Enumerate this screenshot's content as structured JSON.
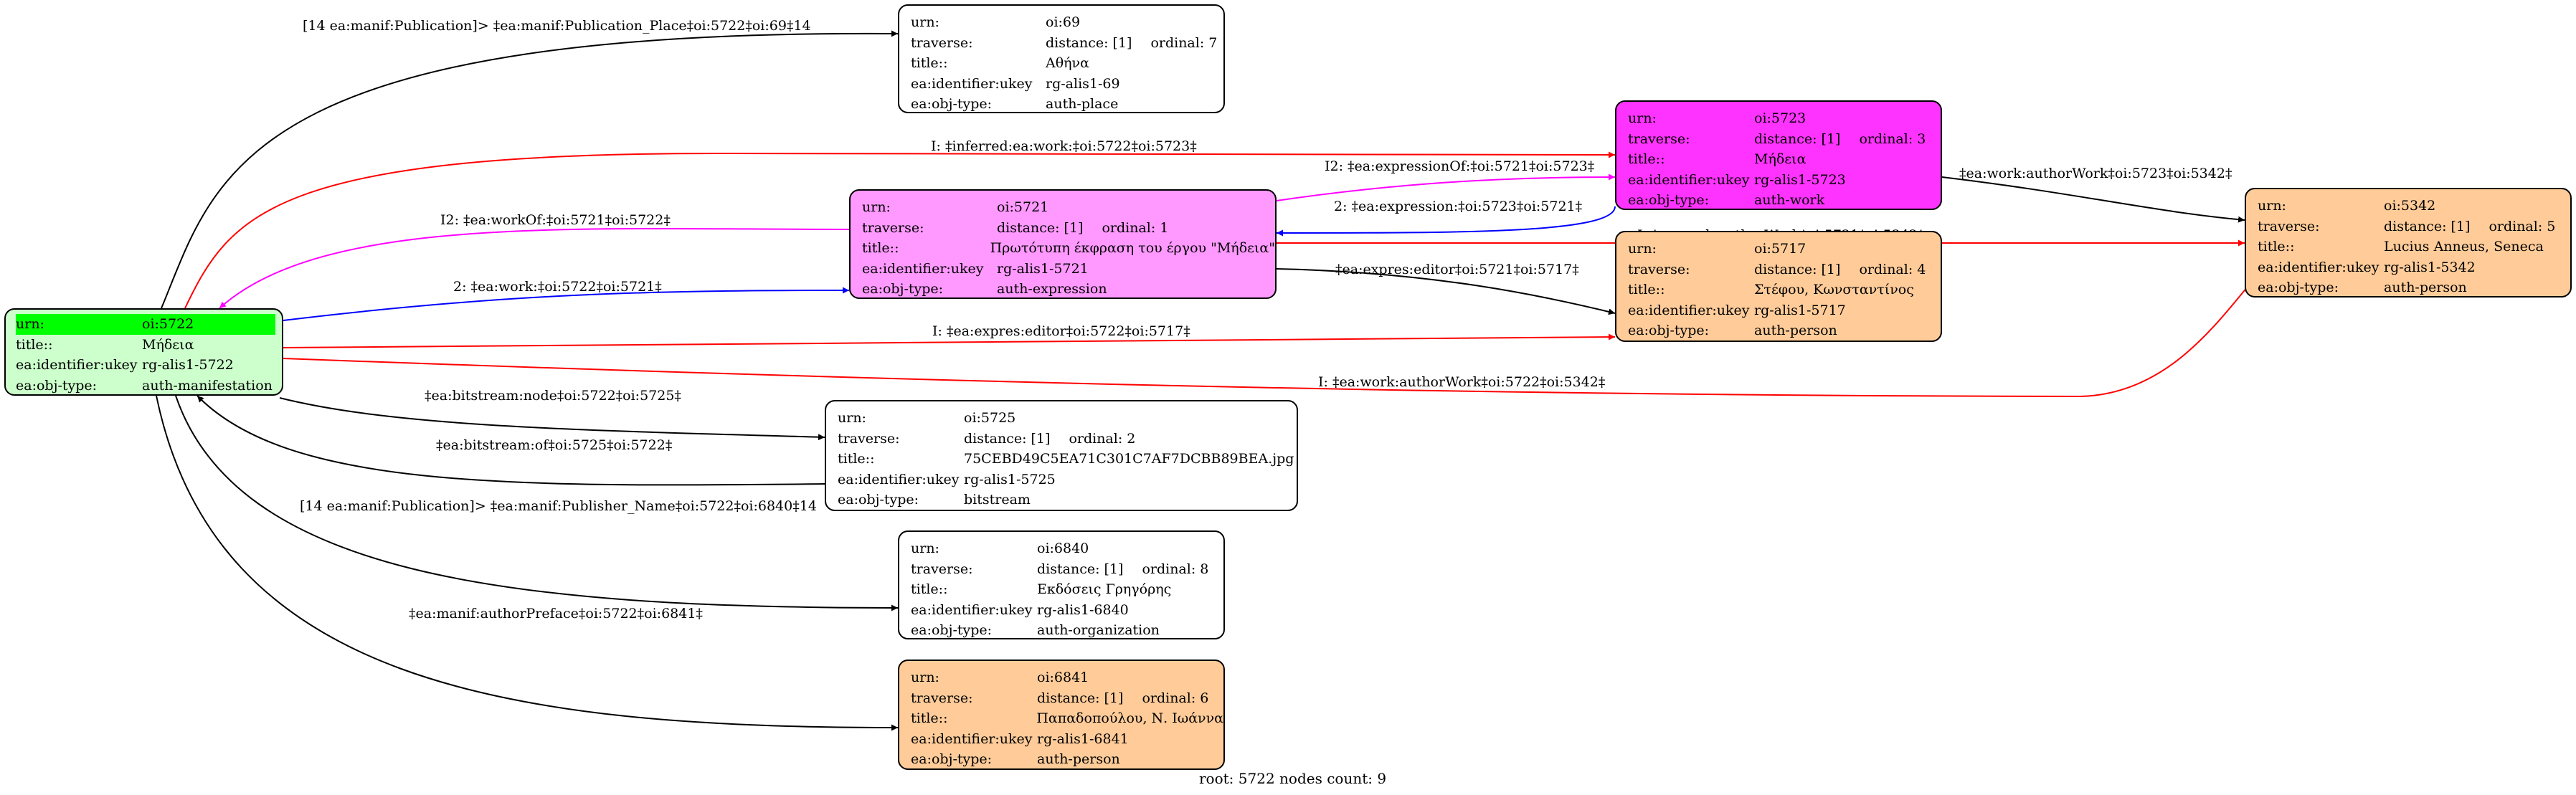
{
  "colors": {
    "root_fill": "#ccffcc",
    "root_highlight": "#00ff00",
    "expression_fill": "#ff99ff",
    "work_fill": "#ff33ff",
    "person_fill": "#ffcc99",
    "default_fill": "#ffffff",
    "edge_black": "#000000",
    "edge_red": "#ff0000",
    "edge_blue": "#0000ff",
    "edge_magenta": "#ff00ff"
  },
  "nodes": {
    "n5722": {
      "urn_label": "urn:",
      "urn": "oi:5722",
      "title_label": "title::",
      "title": "Μήδεια",
      "ukey_label": "ea:identifier:ukey",
      "ukey": "rg-alis1-5722",
      "type_label": "ea:obj-type:",
      "type": "auth-manifestation"
    },
    "n69": {
      "urn_label": "urn:",
      "urn": "oi:69",
      "traverse_label": "traverse:",
      "distance": "distance: [1]",
      "ordinal": "ordinal: 7",
      "title_label": "title::",
      "title": "Αθήνα",
      "ukey_label": "ea:identifier:ukey",
      "ukey": "rg-alis1-69",
      "type_label": "ea:obj-type:",
      "type": "auth-place"
    },
    "n5721": {
      "urn_label": "urn:",
      "urn": "oi:5721",
      "traverse_label": "traverse:",
      "distance": "distance: [1]",
      "ordinal": "ordinal: 1",
      "title_label": "title::",
      "title": "Πρωτότυπη έκφραση του έργου \"Μήδεια\"",
      "ukey_label": "ea:identifier:ukey",
      "ukey": "rg-alis1-5721",
      "type_label": "ea:obj-type:",
      "type": "auth-expression"
    },
    "n5723": {
      "urn_label": "urn:",
      "urn": "oi:5723",
      "traverse_label": "traverse:",
      "distance": "distance: [1]",
      "ordinal": "ordinal: 3",
      "title_label": "title::",
      "title": "Μήδεια",
      "ukey_label": "ea:identifier:ukey",
      "ukey": "rg-alis1-5723",
      "type_label": "ea:obj-type:",
      "type": "auth-work"
    },
    "n5342": {
      "urn_label": "urn:",
      "urn": "oi:5342",
      "traverse_label": "traverse:",
      "distance": "distance: [1]",
      "ordinal": "ordinal: 5",
      "title_label": "title::",
      "title": "Lucius Anneus, Seneca",
      "ukey_label": "ea:identifier:ukey",
      "ukey": "rg-alis1-5342",
      "type_label": "ea:obj-type:",
      "type": "auth-person"
    },
    "n5717": {
      "urn_label": "urn:",
      "urn": "oi:5717",
      "traverse_label": "traverse:",
      "distance": "distance: [1]",
      "ordinal": "ordinal: 4",
      "title_label": "title::",
      "title": "Στέφου, Κωνσταντίνος",
      "ukey_label": "ea:identifier:ukey",
      "ukey": "rg-alis1-5717",
      "type_label": "ea:obj-type:",
      "type": "auth-person"
    },
    "n5725": {
      "urn_label": "urn:",
      "urn": "oi:5725",
      "traverse_label": "traverse:",
      "distance": "distance: [1]",
      "ordinal": "ordinal: 2",
      "title_label": "title::",
      "title": "75CEBD49C5EA71C301C7AF7DCBB89BEA.jpg",
      "ukey_label": "ea:identifier:ukey",
      "ukey": "rg-alis1-5725",
      "type_label": "ea:obj-type:",
      "type": "bitstream"
    },
    "n6840": {
      "urn_label": "urn:",
      "urn": "oi:6840",
      "traverse_label": "traverse:",
      "distance": "distance: [1]",
      "ordinal": "ordinal: 8",
      "title_label": "title::",
      "title": "Εκδόσεις Γρηγόρης",
      "ukey_label": "ea:identifier:ukey",
      "ukey": "rg-alis1-6840",
      "type_label": "ea:obj-type:",
      "type": "auth-organization"
    },
    "n6841": {
      "urn_label": "urn:",
      "urn": "oi:6841",
      "traverse_label": "traverse:",
      "distance": "distance: [1]",
      "ordinal": "ordinal: 6",
      "title_label": "title::",
      "title": "Παπαδοπούλου, Ν. Ιωάννα",
      "ukey_label": "ea:identifier:ukey",
      "ukey": "rg-alis1-6841",
      "type_label": "ea:obj-type:",
      "type": "auth-person"
    }
  },
  "edges": [
    {
      "label": "[14 ea:manif:Publication]> ‡ea:manif:Publication_Place‡oi:5722‡oi:69‡14",
      "color": "black"
    },
    {
      "label": "I: ‡inferred:ea:work:‡oi:5722‡oi:5723‡",
      "color": "red"
    },
    {
      "label": "I2: ‡ea:workOf:‡oi:5721‡oi:5722‡",
      "color": "magenta"
    },
    {
      "label": "2: ‡ea:work:‡oi:5722‡oi:5721‡",
      "color": "blue"
    },
    {
      "label": "I2: ‡ea:expressionOf:‡oi:5721‡oi:5723‡",
      "color": "magenta"
    },
    {
      "label": "2: ‡ea:expression:‡oi:5723‡oi:5721‡",
      "color": "blue"
    },
    {
      "label": "‡ea:work:authorWork‡oi:5723‡oi:5342‡",
      "color": "black"
    },
    {
      "label": "I: ‡ea:work:authorWork‡oi:5721‡oi:5342‡",
      "color": "red"
    },
    {
      "label": "‡ea:expres:editor‡oi:5721‡oi:5717‡",
      "color": "black"
    },
    {
      "label": "I: ‡ea:expres:editor‡oi:5722‡oi:5717‡",
      "color": "red"
    },
    {
      "label": "I: ‡ea:work:authorWork‡oi:5722‡oi:5342‡",
      "color": "red"
    },
    {
      "label": "‡ea:bitstream:node‡oi:5722‡oi:5725‡",
      "color": "black"
    },
    {
      "label": "‡ea:bitstream:of‡oi:5725‡oi:5722‡",
      "color": "black"
    },
    {
      "label": "[14 ea:manif:Publication]> ‡ea:manif:Publisher_Name‡oi:5722‡oi:6840‡14",
      "color": "black"
    },
    {
      "label": "‡ea:manif:authorPreface‡oi:5722‡oi:6841‡",
      "color": "black"
    }
  ],
  "footer": "root: 5722 nodes count: 9"
}
